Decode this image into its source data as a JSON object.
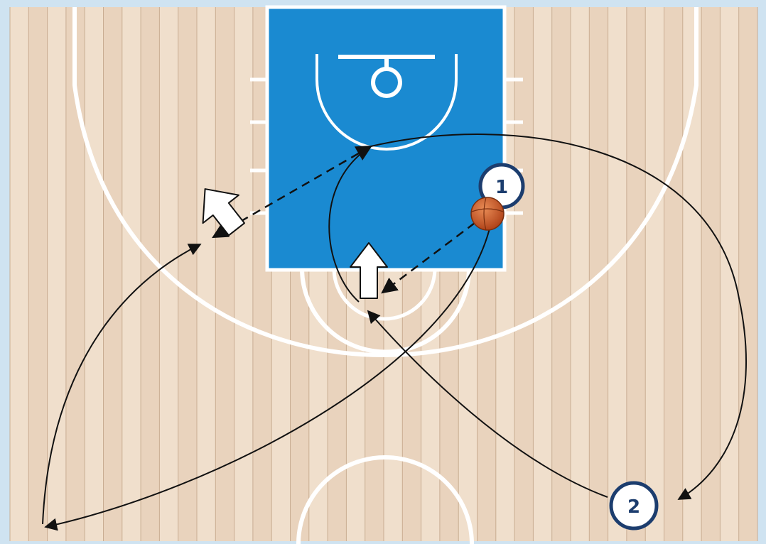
{
  "diagram": {
    "players": [
      {
        "id": "player-1",
        "label": "1"
      },
      {
        "id": "player-2",
        "label": "2"
      }
    ],
    "colors": {
      "floor": "#e9d3bd",
      "floor_alt": "#f0dfcc",
      "board_line": "#c9ad92",
      "paint": "#1a8ad1",
      "court_lines": "#ffffff",
      "paths": "#111111",
      "player_ring": "#1c3d6e",
      "ball": "#c8561e",
      "frame": "#cfe3f1"
    },
    "icons": [
      "basketball-icon",
      "screen-arrow-icon"
    ]
  }
}
